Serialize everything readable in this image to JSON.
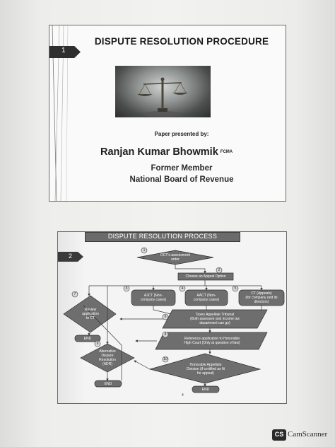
{
  "slide1": {
    "number": "1",
    "title": "DISPUTE RESOLUTION PROCEDURE",
    "presented_by": "Paper presented by:",
    "author": "Ranjan Kumar Bhowmik",
    "author_suffix": "FCMA",
    "role": "Former Member",
    "organization": "National Board of Revenue",
    "image_icon": "scales-of-justice-icon"
  },
  "slide2": {
    "number": "2",
    "title": "DISPUTE RESOLUTION PROCESS",
    "page_number": "4",
    "steps": {
      "s1": {
        "num": "1",
        "text_1": "DCT's assessment",
        "text_2": "order"
      },
      "s2": {
        "num": "2",
        "text_1": "Choose an Appeal Option"
      },
      "s3": {
        "num": "3",
        "text_1": "AJCT (Non-",
        "text_2": "company cases)"
      },
      "s4": {
        "num": "4",
        "text_1": "AACT (Non-",
        "text_2": "company cases)"
      },
      "s5": {
        "num": "5",
        "text_1": "CT (Appeals)",
        "text_2": "(for company and its",
        "text_3": "directors)"
      },
      "s6": {
        "num": "6",
        "text_1": "Taxes Appellate Tribunal",
        "text_2": "(Both assessee and income tax",
        "text_3": "department can go)"
      },
      "s7": {
        "num": "7",
        "text_1": "Review",
        "text_2": "application",
        "text_3": "to CT"
      },
      "s8": {
        "num": "8",
        "text_1": "Reference application to Honorable",
        "text_2": "High Court (Only at question of law)"
      },
      "s9": {
        "num": "9",
        "text_1": "Alternative",
        "text_2": "Dispute",
        "text_3": "Resolution",
        "text_4": "(ADR)"
      },
      "s10": {
        "num": "10",
        "text_1": "Honorable Appellate",
        "text_2": "Division (if certified as fit",
        "text_3": "for appeal)"
      }
    },
    "end_labels": {
      "end_1": "END",
      "end_2": "END",
      "end_3": "END"
    }
  },
  "watermark": {
    "logo": "CS",
    "brand": "CamScanner"
  }
}
